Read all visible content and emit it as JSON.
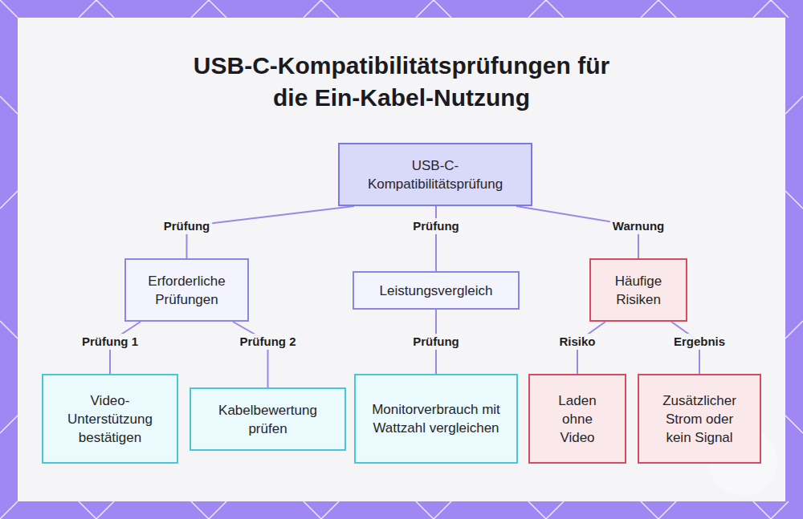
{
  "diagram": {
    "title": "USB-C-Kompatibilitätsprüfungen für die Ein-Kabel-Nutzung",
    "nodes": [
      {
        "text": [
          "USB-C- Kompatibilitätsprüfung"
        ]
      },
      {
        "text": [
          "Erforderliche Prüfungen"
        ]
      },
      {
        "text": [
          "Leistungsvergleich"
        ]
      },
      {
        "text": [
          "Häufige Risiken"
        ]
      },
      {
        "text": [
          "Video- Unterstützung bestätigen"
        ]
      },
      {
        "text": [
          "Kabelbewertung prüfen"
        ]
      },
      {
        "text": [
          "Monitorverbrauch mit Wattzahl vergleichen"
        ]
      },
      {
        "text": [
          "Laden ohne Video"
        ]
      },
      {
        "text": [
          "Zusätzlicher Strom oder kein Signal"
        ]
      }
    ],
    "edges": [
      {
        "from": 0,
        "to": 1,
        "label": "Prüfung",
        "arrow": "none"
      },
      {
        "from": 0,
        "to": 2,
        "label": "Prüfung",
        "arrow": "none"
      },
      {
        "from": 0,
        "to": 3,
        "label": "Warnung",
        "arrow": "none"
      },
      {
        "from": 1,
        "to": 4,
        "label": "Prüfung 1",
        "arrow": "none"
      },
      {
        "from": 1,
        "to": 5,
        "label": "Prüfung 2",
        "arrow": "none"
      },
      {
        "from": 2,
        "to": 6,
        "label": "Prüfung",
        "arrow": "none"
      },
      {
        "from": 3,
        "to": 7,
        "label": "Risiko",
        "arrow": "none"
      },
      {
        "from": 3,
        "to": 8,
        "label": "Ergebnis",
        "arrow": "none"
      }
    ]
  }
}
